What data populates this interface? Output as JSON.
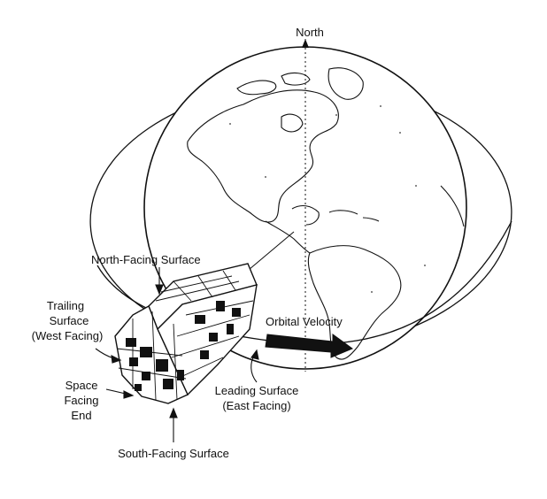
{
  "diagram": {
    "labels": {
      "north": "North",
      "north_facing_surface": "North-Facing Surface",
      "trailing_surface": [
        "Trailing",
        "Surface",
        "(West Facing)"
      ],
      "orbital_velocity": "Orbital Velocity",
      "space_facing_end": [
        "Space",
        "Facing",
        "End"
      ],
      "leading_surface": [
        "Leading Surface",
        "(East Facing)"
      ],
      "south_facing_surface": "South-Facing Surface"
    }
  }
}
